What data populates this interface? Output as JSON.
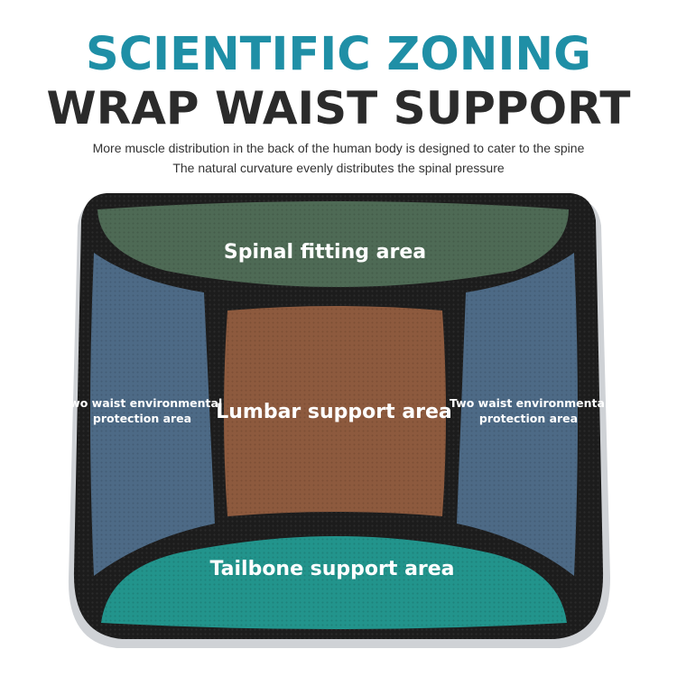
{
  "header": {
    "title_line1": "SCIENTIFIC ZONING",
    "title_line2": "WRAP WAIST SUPPORT",
    "subtitle_line1": "More muscle distribution in the back of the human body is designed to cater to the spine",
    "subtitle_line2": "The natural curvature evenly distributes the spinal pressure"
  },
  "zones": {
    "spinal": "Spinal fitting area",
    "lumbar": "Lumbar support area",
    "tailbone": "Tailbone support area",
    "left_side_line1": "Two waist environmental",
    "left_side_line2": "protection area",
    "right_side_line1": "Two waist environmental",
    "right_side_line2": "protection area"
  },
  "colors": {
    "title_accent": "#1f8fa6",
    "title_dark": "#2b2b2b",
    "cushion_frame": "#1a1a1a",
    "spinal_zone": "#4e6a55",
    "side_zone": "#4d6a86",
    "lumbar_zone": "#8d5a3e",
    "tailbone_zone": "#22948c"
  }
}
